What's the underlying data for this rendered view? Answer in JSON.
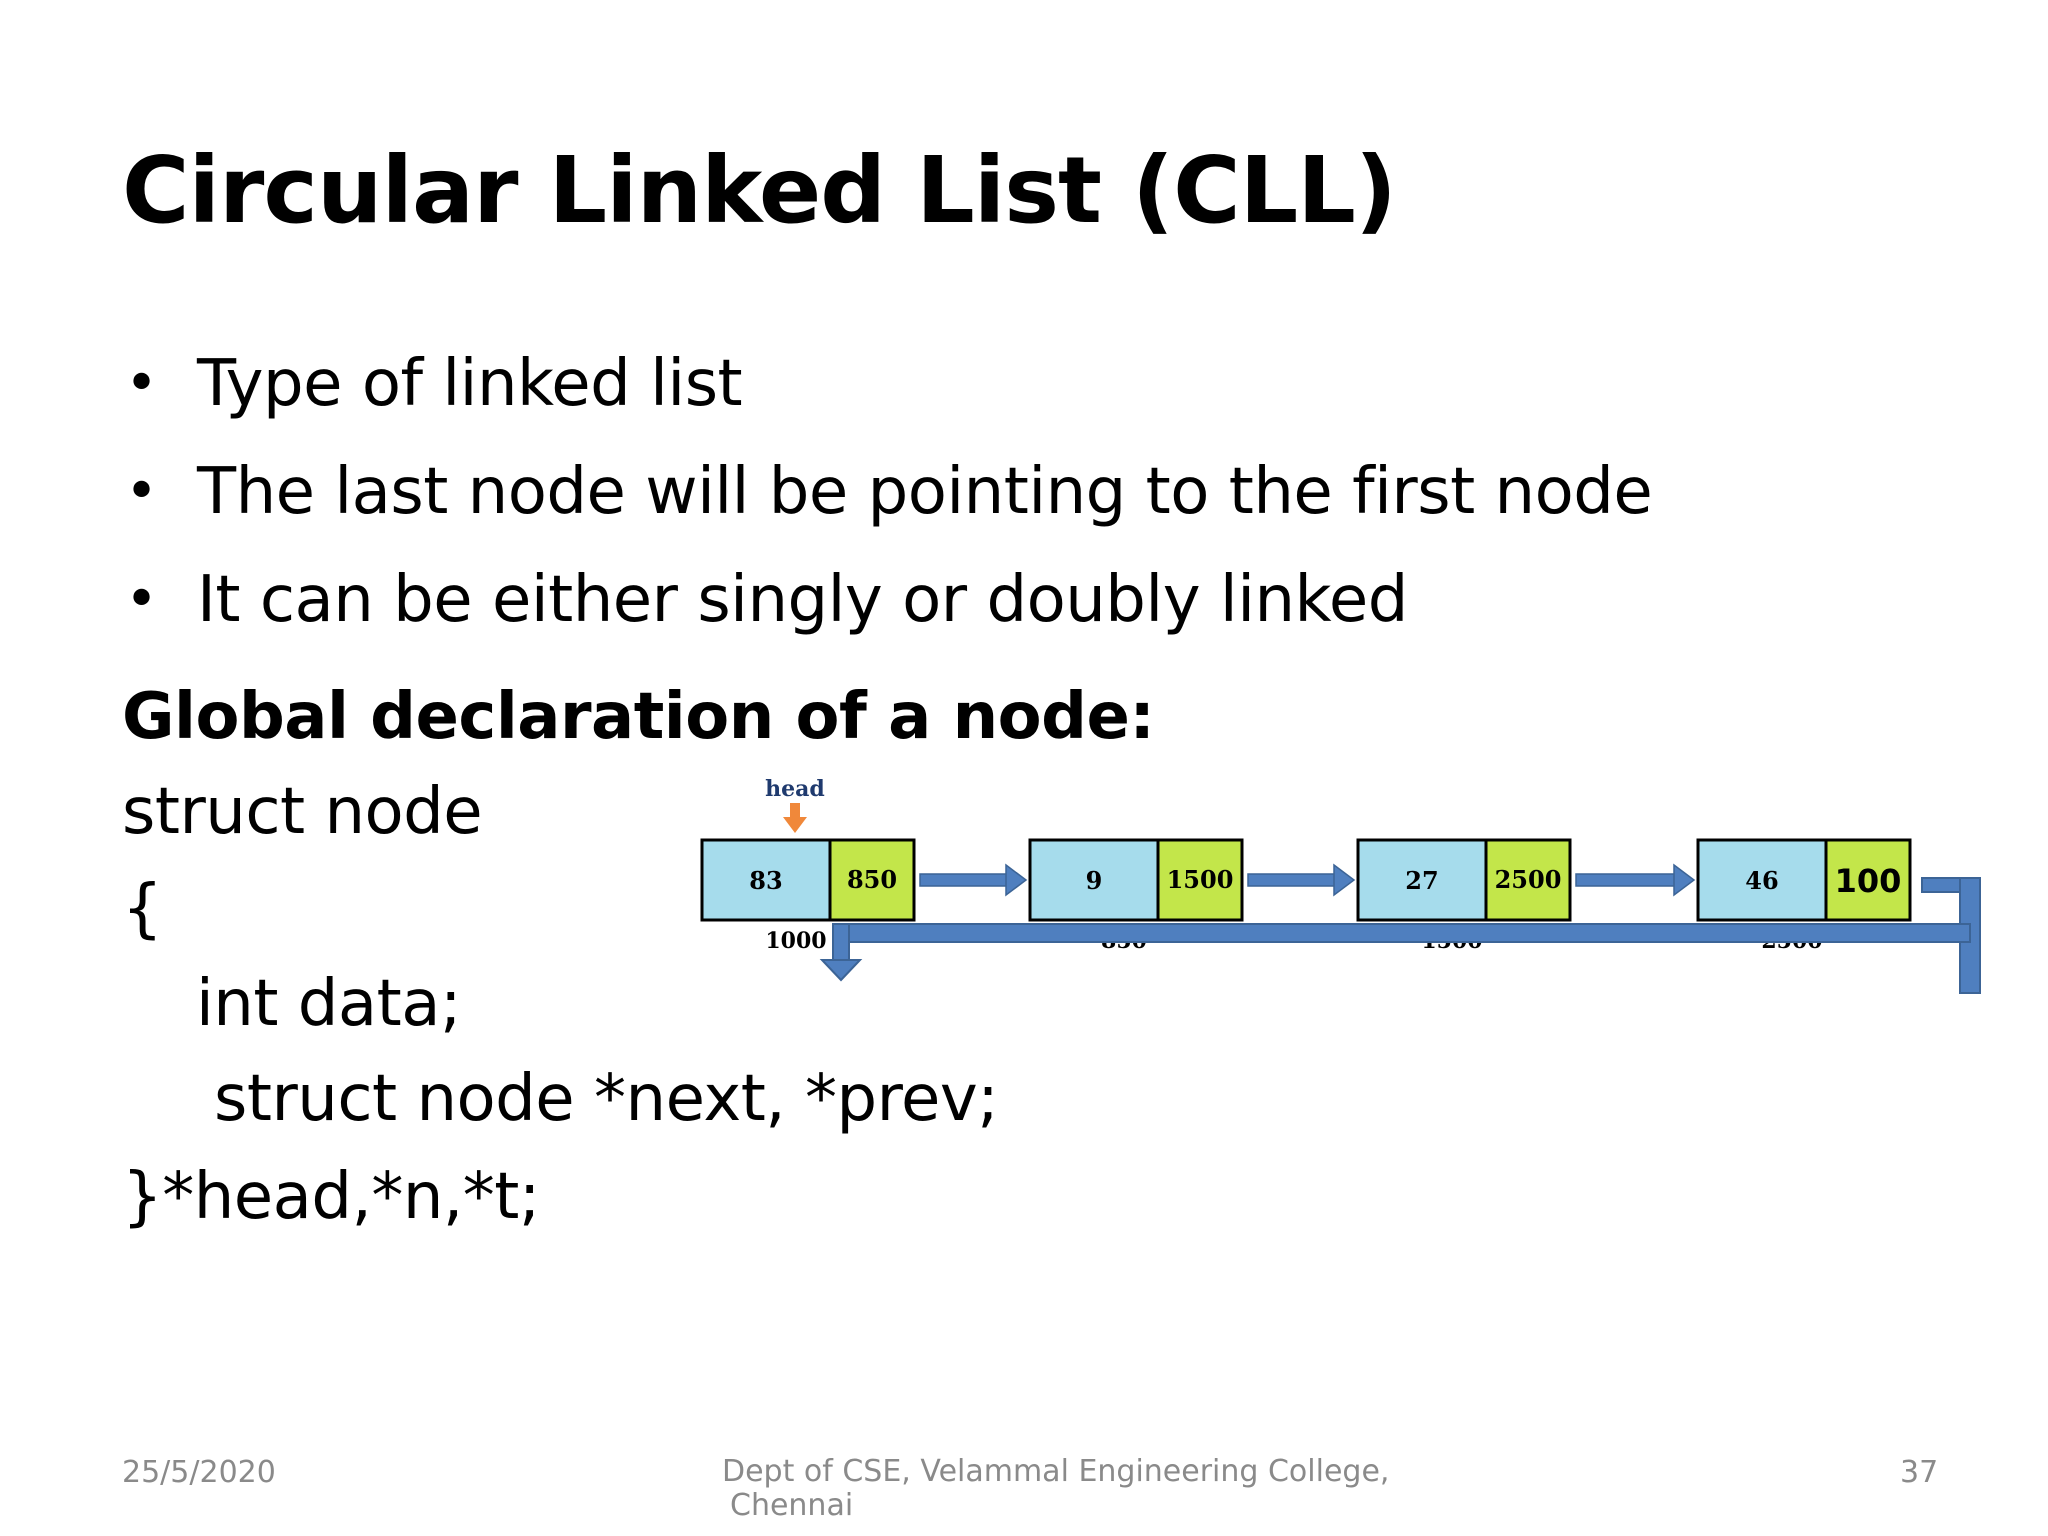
{
  "slide": {
    "title": "Circular Linked List (CLL)",
    "bullets": [
      "Type of linked list",
      "The last node will be pointing to the first node",
      "It can be either singly or doubly linked"
    ],
    "bullet_symbol": "•",
    "code_heading": "Global declaration of a node:",
    "code_lines": [
      "struct node",
      "{",
      "int data;",
      "struct node *next, *prev;",
      "}*head,*n,*t;"
    ]
  },
  "diagram": {
    "head_label": "head",
    "nodes": [
      {
        "data": "83",
        "next": "850",
        "address": "1000"
      },
      {
        "data": "9",
        "next": "1500",
        "address": "850"
      },
      {
        "data": "27",
        "next": "2500",
        "address": "1500"
      },
      {
        "data": "46",
        "next": "100",
        "address": "2500"
      }
    ],
    "colors": {
      "data_cell": "#a6dcec",
      "next_cell": "#c3e64a",
      "arrow": "#4f7fbf",
      "head_arrow": "#f0883a"
    }
  },
  "footer": {
    "date": "25/5/2020",
    "dept_line1": "Dept of CSE, Velammal Engineering College,",
    "dept_line2": "Chennai",
    "page_number": "37"
  }
}
